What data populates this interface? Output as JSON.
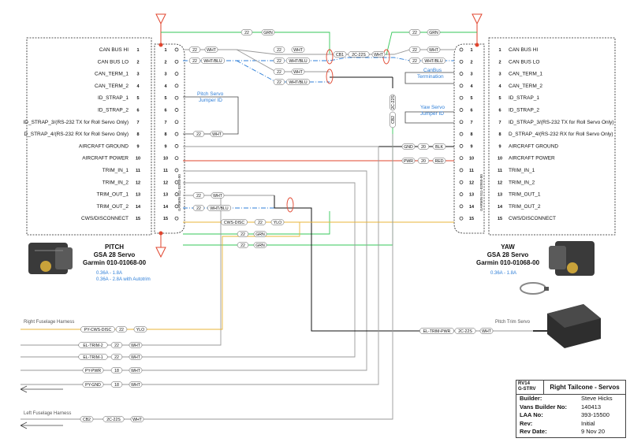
{
  "pitch_servo": {
    "pins": [
      "CAN BUS HI",
      "CAN BUS LO",
      "CAN_TERM_1",
      "CAN_TERM_2",
      "ID_STRAP_1",
      "ID_STRAP_2",
      "ID_STRAP_3/(RS-232 TX for Roll Servo Only)",
      "D_STRAP_4/(RS-232 RX for Roll Servo Only)",
      "AIRCRAFT GROUND",
      "AIRCRAFT POWER",
      "TRIM_IN_1",
      "TRIM_IN_2",
      "TRIM_OUT_1",
      "TRIM_OUT_2",
      "CWS/DISCONNECT"
    ],
    "connector_label": "GARMIN 011-02950-00",
    "name": "PITCH",
    "model": "GSA 28 Servo",
    "part": "Garmin 010-01068-00",
    "current_1": "0.36A - 1.8A",
    "current_2": "0.36A - 2.8A with Autotrim",
    "jumper_note_1": "Pitch Servo",
    "jumper_note_2": "Jumper ID"
  },
  "yaw_servo": {
    "pins": [
      "CAN BUS HI",
      "CAN BUS LO",
      "CAN_TERM_1",
      "CAN_TERM_2",
      "ID_STRAP_1",
      "ID_STRAP_2",
      "ID_STRAP_3/(RS-232 TX for Roll Servo Only)",
      "D_STRAP_4/(RS-232 RX for Roll Servo Only)",
      "AIRCRAFT GROUND",
      "AIRCRAFT POWER",
      "TRIM_IN_1",
      "TRIM_IN_2",
      "TRIM_OUT_1",
      "TRIM_OUT_2",
      "CWS/DISCONNECT"
    ],
    "connector_label": "GARMIN 011-02950-00",
    "name": "YAW",
    "model": "GSA 28 Servo",
    "part": "Garmin 010-01068-00",
    "current_1": "0.36A - 1.8A",
    "canbus_note_1": "CanBus",
    "canbus_note_2": "Termination",
    "jumper_note_1": "Yaw Servo",
    "jumper_note_2": "Jumper ID"
  },
  "wire_tags": {
    "g22": "22",
    "grn": "GRN",
    "wht": "WHT",
    "whtblu": "WHT/BLU",
    "ylo": "YLO",
    "blk": "BLK",
    "red": "RED",
    "g20": "20",
    "g18": "18",
    "cb1": "CB1",
    "cb2": "CB2",
    "c2c22s": "2C-22S",
    "gnd": "GND",
    "pwr": "PWR",
    "cws_disc": "CWS-DISC",
    "el_trim_pwr": "EL-TRIM-PWR",
    "py_cws_disc": "PY-CWS-DISC",
    "el_trim_2": "EL-TRIM-2",
    "el_trim_1": "EL-TRIM-1",
    "py_pwr": "PY-PWR",
    "py_gnd": "PY-GND"
  },
  "harness": {
    "right": "Right Fuselage Harness",
    "left": "Left Fuselage Harness",
    "pitch_trim": "Pitch Trim Servo"
  },
  "title_block": {
    "code_1": "RV14",
    "code_2": "G-STRV",
    "title": "Right Tailcone - Servos",
    "rows": [
      {
        "k": "Builder:",
        "v": "Steve Hicks"
      },
      {
        "k": "Vans Builder No:",
        "v": "140413"
      },
      {
        "k": "LAA No:",
        "v": "393-15500"
      },
      {
        "k": "Rev:",
        "v": "Initial"
      },
      {
        "k": "Rev Date:",
        "v": "9 Nov 20"
      }
    ]
  },
  "colors": {
    "green": "#34c759",
    "blue": "#2f7fd8",
    "yellow": "#e8b43a",
    "red": "#e0452e",
    "black": "#111111",
    "grey": "#9a9a9a"
  }
}
